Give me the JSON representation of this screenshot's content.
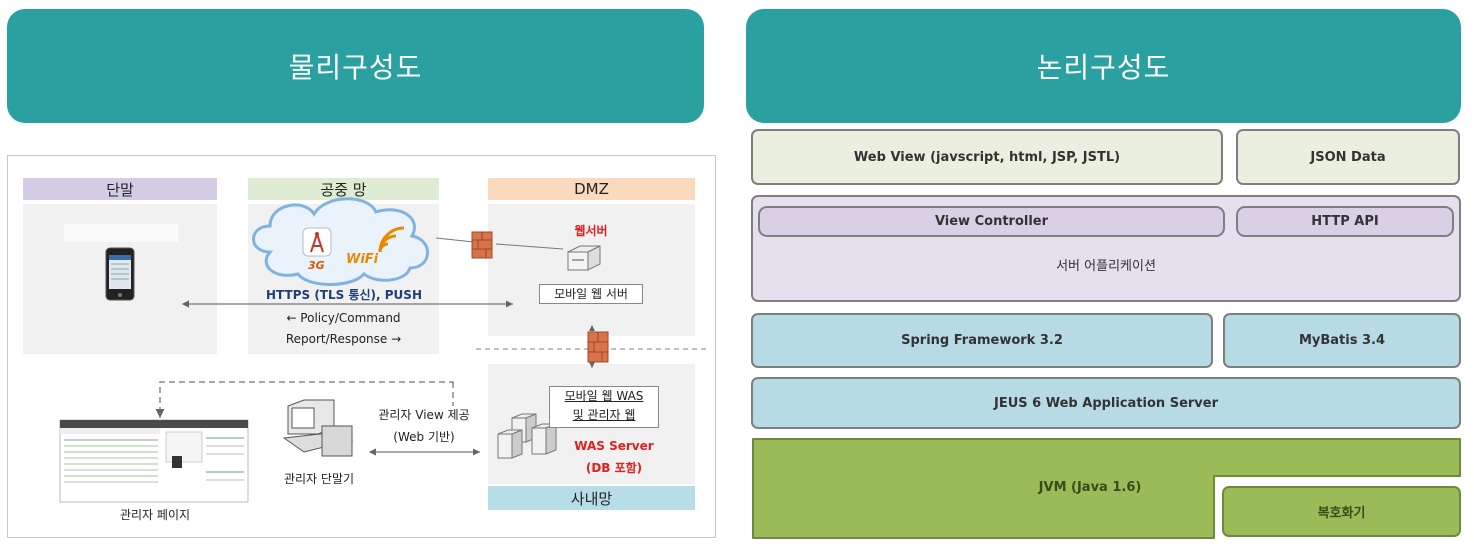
{
  "physical": {
    "title": "물리구성도",
    "zones": {
      "terminal": "단말",
      "public_net": "공중 망",
      "dmz": "DMZ",
      "internal": "사내망"
    },
    "protocol": "HTTPS (TLS 통신), PUSH",
    "policy": "← Policy/Command",
    "report": "Report/Response →",
    "web_server_label": "웹서버",
    "mobile_web_server": "모바일 웹 서버",
    "mobile_was_line1": "모바일 웹 WAS",
    "mobile_was_line2": "및 관리자 웹",
    "was_server_line1": "WAS Server",
    "was_server_line2": "(DB 포함)",
    "admin_view_line1": "관리자 View 제공",
    "admin_view_line2": "(Web 기반)",
    "admin_terminal": "관리자 단말기",
    "admin_page": "관리자 페이지",
    "badge_3g": "3G",
    "badge_wifi": "WiFi"
  },
  "logical": {
    "title": "논리구성도",
    "web_view": "Web View (javscript, html, JSP, JSTL)",
    "json_data": "JSON Data",
    "view_controller": "View Controller",
    "http_api": "HTTP API",
    "server_app": "서버 어플리케이션",
    "spring": "Spring Framework 3.2",
    "mybatis": "MyBatis 3.4",
    "jeus": "JEUS 6 Web Application Server",
    "jvm": "JVM (Java 1.6)",
    "crypto": "복호화기"
  },
  "colors": {
    "header": "#2aa0a0",
    "web_layer": "#ebefdf",
    "app_layer": "#e6e0ee",
    "inner_box": "#d9d0e6",
    "framework": "#b6dbe5",
    "jvm": "#9bbb58",
    "zone_terminal": "#d4cbe4",
    "zone_public": "#dfecd4",
    "zone_dmz": "#fbd9bd",
    "zone_internal": "#b7dde8",
    "red_text": "#e02020",
    "blue_text": "#1f3f7a"
  }
}
